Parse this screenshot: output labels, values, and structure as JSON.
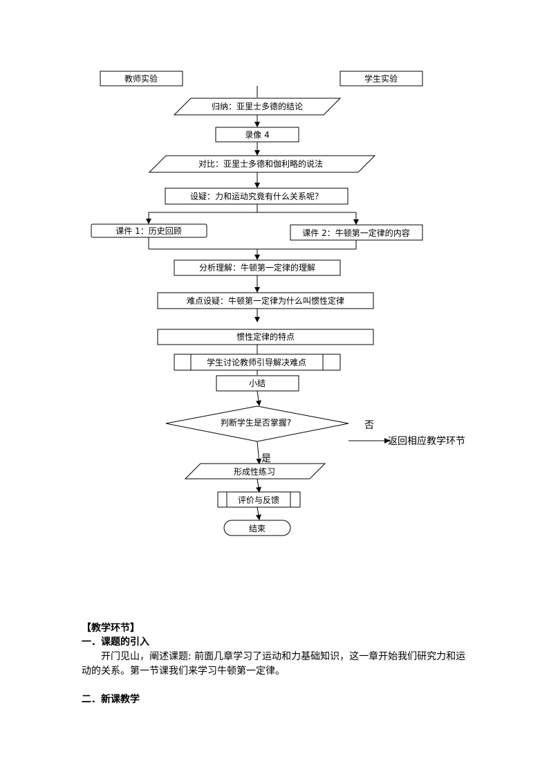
{
  "flowchart": {
    "teacher_experiment": "教师实验",
    "student_experiment": "学生实验",
    "induce": "归纳：亚里士多德的结论",
    "video": "录像 4",
    "compare": "对比：亚里士多德和伽利略的说法",
    "question": "设疑：力和运动究竟有什么关系呢？",
    "courseware1": "课件 1：历史回顾",
    "courseware2": "课件 2：牛顿第一定律的内容",
    "analysis": "分析理解：牛顿第一定律的理解",
    "difficulty": "难点设疑：牛顿第一定律为什么叫惯性定律",
    "inertia": "惯性定律的特点",
    "discussion": "学生讨论教师引导解决难点",
    "summary": "小结",
    "judge": "判断学生是否掌握?",
    "no_label": "否",
    "return": "返回相应教学环节",
    "yes_label": "是",
    "practice": "形成性练习",
    "feedback": "评价与反馈",
    "end": "结束"
  },
  "text": {
    "section_title": "【教学环节】",
    "heading1": "一．课题的引入",
    "paragraph_line1": "开门见山，阐述课题: 前面几章学习了运动和力基础知识，这一章开始我们研究力和运",
    "paragraph_line2": "动的关系。第一节课我们来学习牛顿第一定律。",
    "heading2": "二．新课教学"
  }
}
